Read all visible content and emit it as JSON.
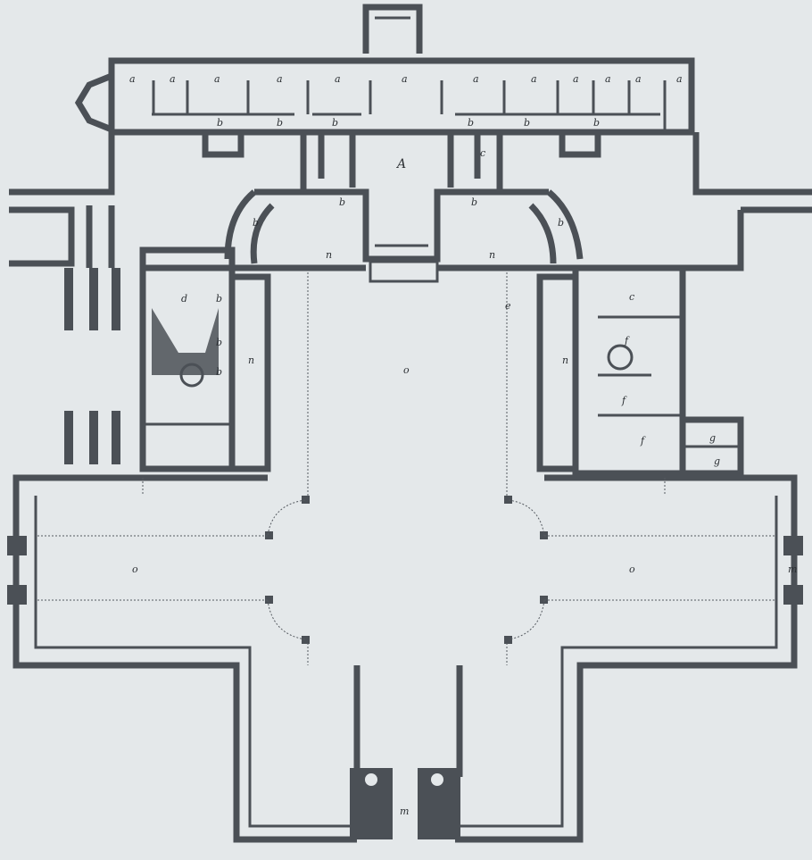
{
  "plan": {
    "labels": {
      "a": "a",
      "b": "b",
      "A": "A",
      "c": "c",
      "d": "d",
      "e": "e",
      "f": "f",
      "g": "g",
      "m": "m",
      "n": "n",
      "o": "o"
    }
  },
  "colors": {
    "paper": "#e4e8ea",
    "wall": "#4b5056"
  }
}
